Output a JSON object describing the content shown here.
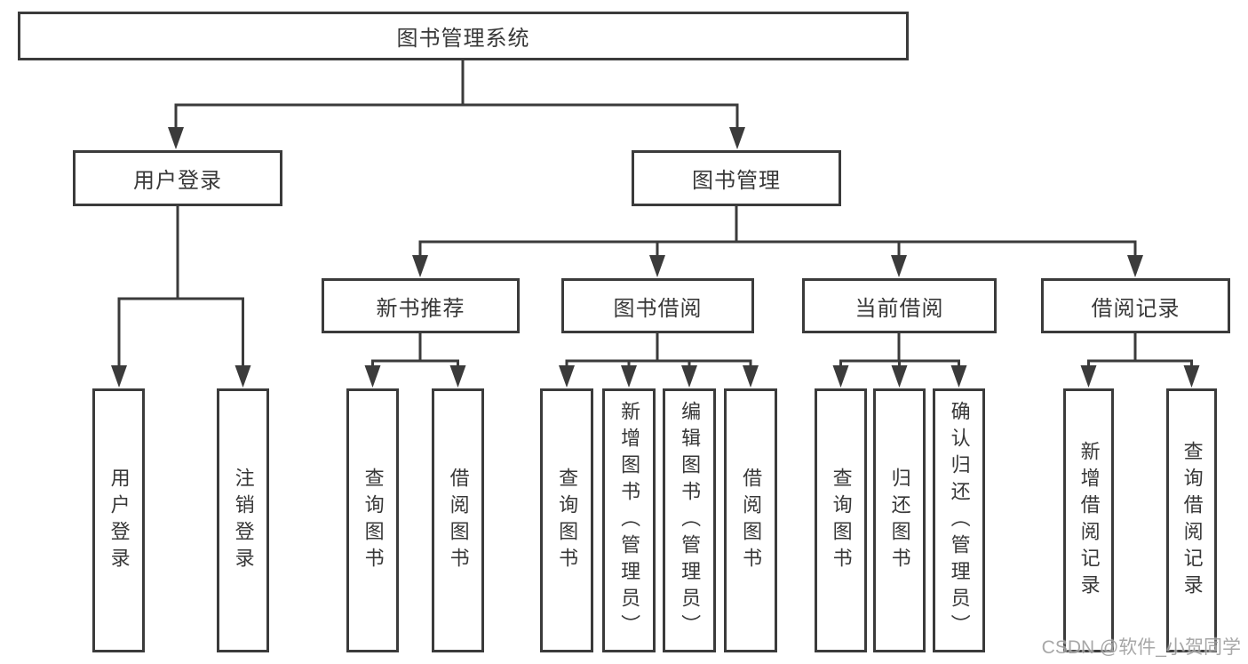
{
  "watermark": "CSDN @软件_小贺同学",
  "colors": {
    "line": "#3b3b3b",
    "text": "#383838",
    "box_background": "#ffffff",
    "watermark": "#9c9c9c",
    "background": "#ffffff"
  },
  "tree": {
    "root": "图书管理系统",
    "children": [
      {
        "label": "用户登录",
        "children": [
          {
            "label": "用户登录"
          },
          {
            "label": "注销登录"
          }
        ]
      },
      {
        "label": "图书管理",
        "children": [
          {
            "label": "新书推荐",
            "children": [
              {
                "label": "查询图书"
              },
              {
                "label": "借阅图书"
              }
            ]
          },
          {
            "label": "图书借阅",
            "children": [
              {
                "label": "查询图书"
              },
              {
                "label": "新增图书（管理员）"
              },
              {
                "label": "编辑图书（管理员）"
              },
              {
                "label": "借阅图书"
              }
            ]
          },
          {
            "label": "当前借阅",
            "children": [
              {
                "label": "查询图书"
              },
              {
                "label": "归还图书"
              },
              {
                "label": "确认归还（管理员）"
              }
            ]
          },
          {
            "label": "借阅记录",
            "children": [
              {
                "label": "新增借阅记录"
              },
              {
                "label": "查询借阅记录"
              }
            ]
          }
        ]
      }
    ]
  }
}
